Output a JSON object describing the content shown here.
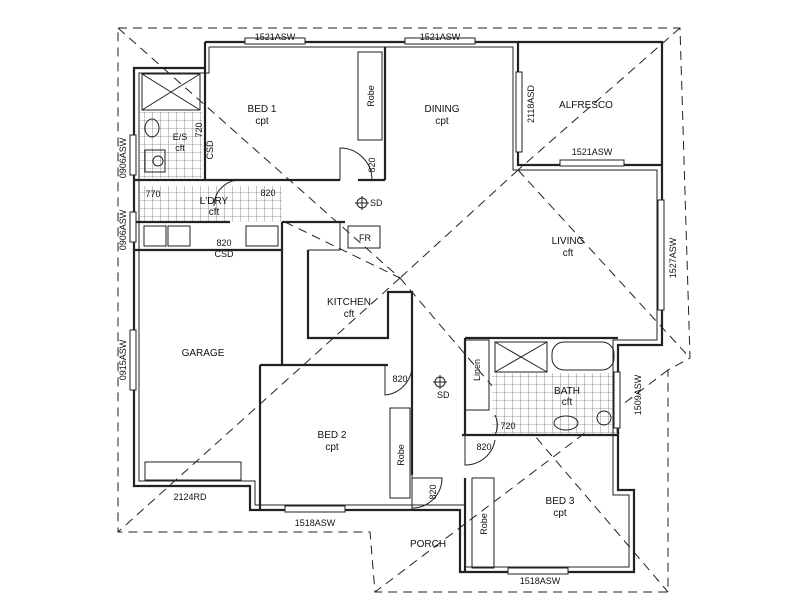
{
  "rooms": {
    "bed1": {
      "name": "BED 1",
      "finish": "cpt"
    },
    "dining": {
      "name": "DINING",
      "finish": "cpt"
    },
    "alfresco": {
      "name": "ALFRESCO"
    },
    "es": {
      "name": "E/S",
      "finish": "cft"
    },
    "ldry": {
      "name": "L'DRY",
      "finish": "cft"
    },
    "living": {
      "name": "LIVING",
      "finish": "cft"
    },
    "kitchen": {
      "name": "KITCHEN",
      "finish": "cft"
    },
    "garage": {
      "name": "GARAGE"
    },
    "bed2": {
      "name": "BED 2",
      "finish": "cpt"
    },
    "bath": {
      "name": "BATH",
      "finish": "cft"
    },
    "bed3": {
      "name": "BED 3",
      "finish": "cpt"
    },
    "porch": {
      "name": "PORCH"
    }
  },
  "fixtures": {
    "robe": "Robe",
    "linen": "Linen",
    "fridge": "FR",
    "csd": "CSD",
    "smoke_detector": "SD"
  },
  "windows": {
    "bed1_top": "1521ASW",
    "dining_top": "1521ASW",
    "alfresco_side": "2118ASD",
    "alfresco_bottom": "1521ASW",
    "es_side": "0906ASW",
    "ldry_side": "0906ASW",
    "living_side": "1527ASW",
    "garage_side": "0915ASW",
    "bath_side": "1509ASW",
    "garage_door": "2124RD",
    "bed2_bottom": "1518ASW",
    "bed3_bottom": "1518ASW"
  },
  "doors": {
    "es": "720",
    "bed1": "820",
    "ldry_left": "770",
    "ldry_right": "820",
    "csd": "820",
    "bed2": "820",
    "bath": "720",
    "bed3": "820",
    "porch": "820"
  }
}
